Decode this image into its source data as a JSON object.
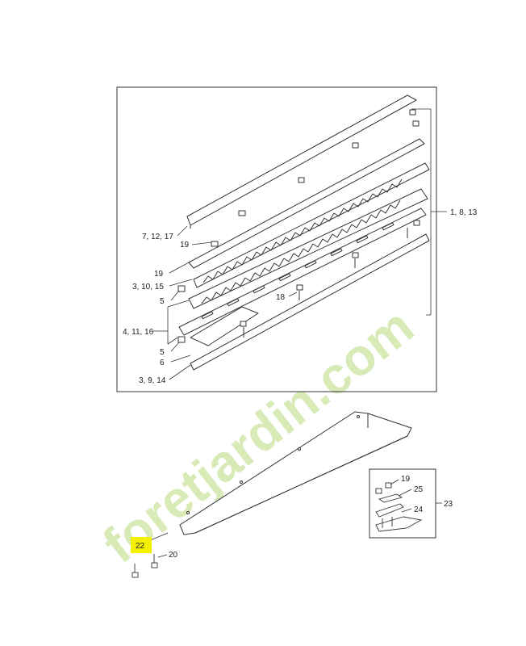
{
  "watermark": {
    "text": "foretjardin.com",
    "color": "#c8e39a"
  },
  "highlight_color": "#f3f000",
  "callouts": {
    "c_1_8_13": "1, 8, 13",
    "c_7_12_17": "7, 12, 17",
    "c_19a": "19",
    "c_19b": "19",
    "c_3_10_15": "3, 10, 15",
    "c_5a": "5",
    "c_18": "18",
    "c_4_11_16": "4, 11, 16",
    "c_5b": "5",
    "c_6": "6",
    "c_3_9_14": "3, 9, 14",
    "c_22": "22",
    "c_20": "20",
    "c_19c": "19",
    "c_25": "25",
    "c_24": "24",
    "c_23": "23"
  }
}
